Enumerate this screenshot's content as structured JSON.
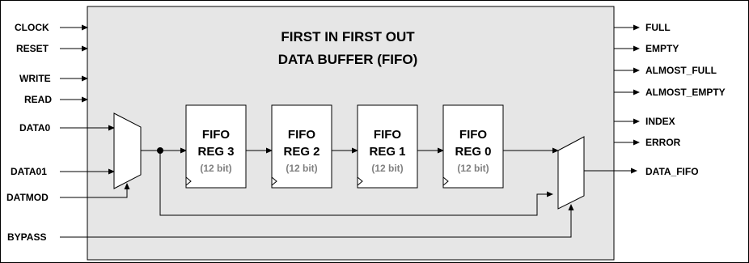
{
  "title": {
    "line1": "FIRST IN FIRST OUT",
    "line2": "DATA BUFFER (FIFO)"
  },
  "inputs": {
    "clock": "CLOCK",
    "reset": "RESET",
    "write": "WRITE",
    "read": "READ",
    "data0": "DATA0",
    "data01": "DATA01",
    "datmod": "DATMOD",
    "bypass": "BYPASS"
  },
  "outputs": {
    "full": "FULL",
    "empty": "EMPTY",
    "almost_full": "ALMOST_FULL",
    "almost_empty": "ALMOST_EMPTY",
    "index": "INDEX",
    "error": "ERROR",
    "data_fifo": "DATA_FIFO"
  },
  "registers": [
    {
      "name": "FIFO",
      "label": "REG 3",
      "width": "(12 bit)"
    },
    {
      "name": "FIFO",
      "label": "REG 2",
      "width": "(12 bit)"
    },
    {
      "name": "FIFO",
      "label": "REG 1",
      "width": "(12 bit)"
    },
    {
      "name": "FIFO",
      "label": "REG 0",
      "width": "(12 bit)"
    }
  ],
  "colors": {
    "block_fill": "#e6e6e6",
    "line": "#000000",
    "bits_text": "#808080"
  }
}
